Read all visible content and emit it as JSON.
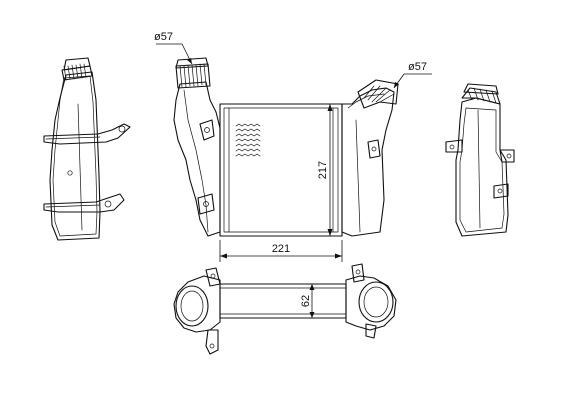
{
  "dimensions": {
    "inlet_diameter": "ø57",
    "outlet_diameter": "ø57",
    "height": "217",
    "width": "221",
    "depth": "62"
  }
}
